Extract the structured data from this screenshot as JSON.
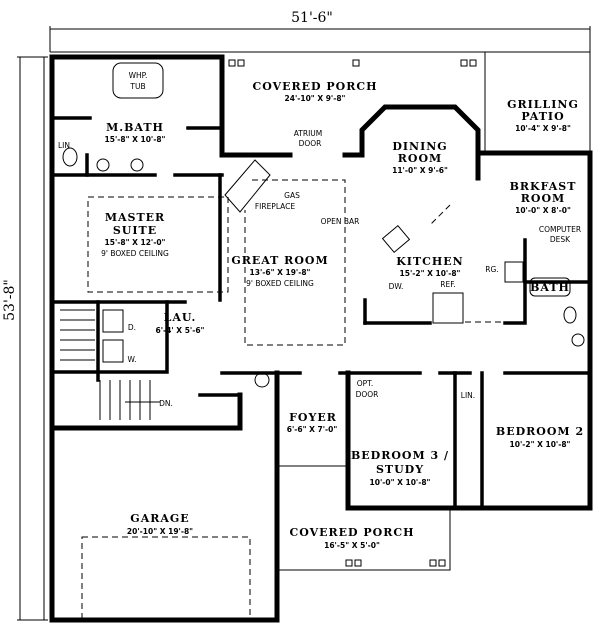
{
  "dimensions": {
    "width": "51'-6\"",
    "depth": "53'-8\""
  },
  "rooms": {
    "covered_porch_rear": {
      "name": "COVERED PORCH",
      "size": "24'-10\" X 9'-8\""
    },
    "whp_tub": {
      "line1": "WHP.",
      "line2": "TUB"
    },
    "master_bath": {
      "name": "M.BATH",
      "size": "15'-8\" X 10'-8\""
    },
    "lin_master": "LIN",
    "master_suite": {
      "line1": "MASTER",
      "line2": "SUITE",
      "size": "15'-8\" X 12'-0\"",
      "note": "9' BOXED CEILING"
    },
    "atrium_door": {
      "line1": "ATRIUM",
      "line2": "DOOR"
    },
    "fireplace": {
      "line1": "GAS",
      "line2": "FIREPLACE"
    },
    "open_bar": "OPEN BAR",
    "great_room": {
      "name": "GREAT ROOM",
      "size": "13'-6\" X 19'-8\"",
      "note": "9' BOXED CEILING"
    },
    "dining_room": {
      "line1": "DINING",
      "line2": "ROOM",
      "size": "11'-0\" X 9'-6\""
    },
    "grilling_patio": {
      "line1": "GRILLING",
      "line2": "PATIO",
      "size": "10'-4\" X 9'-8\""
    },
    "brkfast_room": {
      "line1": "BRKFAST",
      "line2": "ROOM",
      "size": "10'-0\" X 8'-0\""
    },
    "computer_desk": {
      "line1": "COMPUTER",
      "line2": "DESK"
    },
    "kitchen": {
      "name": "KITCHEN",
      "size": "15'-2\" X 10'-8\"",
      "ref": "REF.",
      "dw": "DW.",
      "rg": "RG."
    },
    "bath": "BATH",
    "laundry": {
      "name": "LAU.",
      "size": "6'-4' X 5'-6\"",
      "dryer": "D.",
      "washer": "W."
    },
    "stairs_down": "DN.",
    "opt_door": {
      "line1": "OPT.",
      "line2": "DOOR"
    },
    "lin_hall": "LIN.",
    "foyer": {
      "name": "FOYER",
      "size": "6'-6\" X 7'-0\""
    },
    "bedroom3": {
      "line1": "BEDROOM 3 /",
      "line2": "STUDY",
      "size": "10'-0\" X 10'-8\""
    },
    "bedroom2": {
      "name": "BEDROOM 2",
      "size": "10'-2\" X 10'-8\""
    },
    "garage": {
      "name": "GARAGE",
      "size": "20'-10\" X 19'-8\""
    },
    "covered_porch_front": {
      "name": "COVERED PORCH",
      "size": "16'-5\" X 5'-0\""
    }
  }
}
